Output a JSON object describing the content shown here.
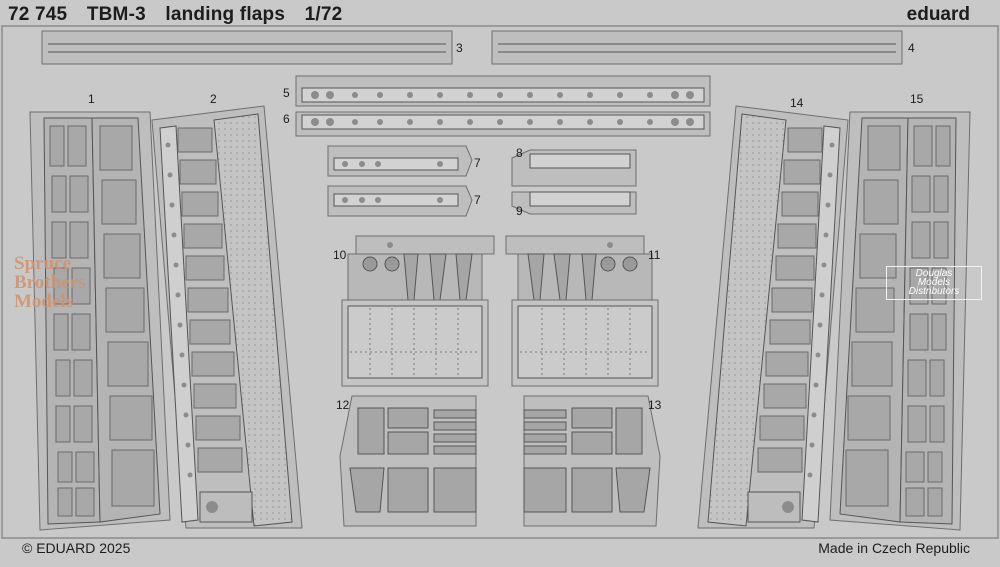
{
  "header": {
    "code": "72 745",
    "name": "TBM-3",
    "subject": "landing flaps",
    "scale": "1/72",
    "brand": "eduard"
  },
  "footer": {
    "copyright": "© EDUARD 2025",
    "origin": "Made in Czech Republic"
  },
  "part_numbers": [
    "1",
    "2",
    "3",
    "4",
    "5",
    "6",
    "7",
    "7",
    "8",
    "9",
    "10",
    "11",
    "12",
    "13",
    "14",
    "15"
  ],
  "watermarks": {
    "left_lines": [
      "Spruce",
      "Brothers",
      "Models"
    ],
    "right_lines": [
      "Douglas",
      "Models",
      "Distributors"
    ]
  },
  "colors": {
    "metal": "#bdbdbd",
    "fret": "#c9c9c9",
    "outline": "#6e6e6e",
    "hole": "#8c8c8c"
  }
}
